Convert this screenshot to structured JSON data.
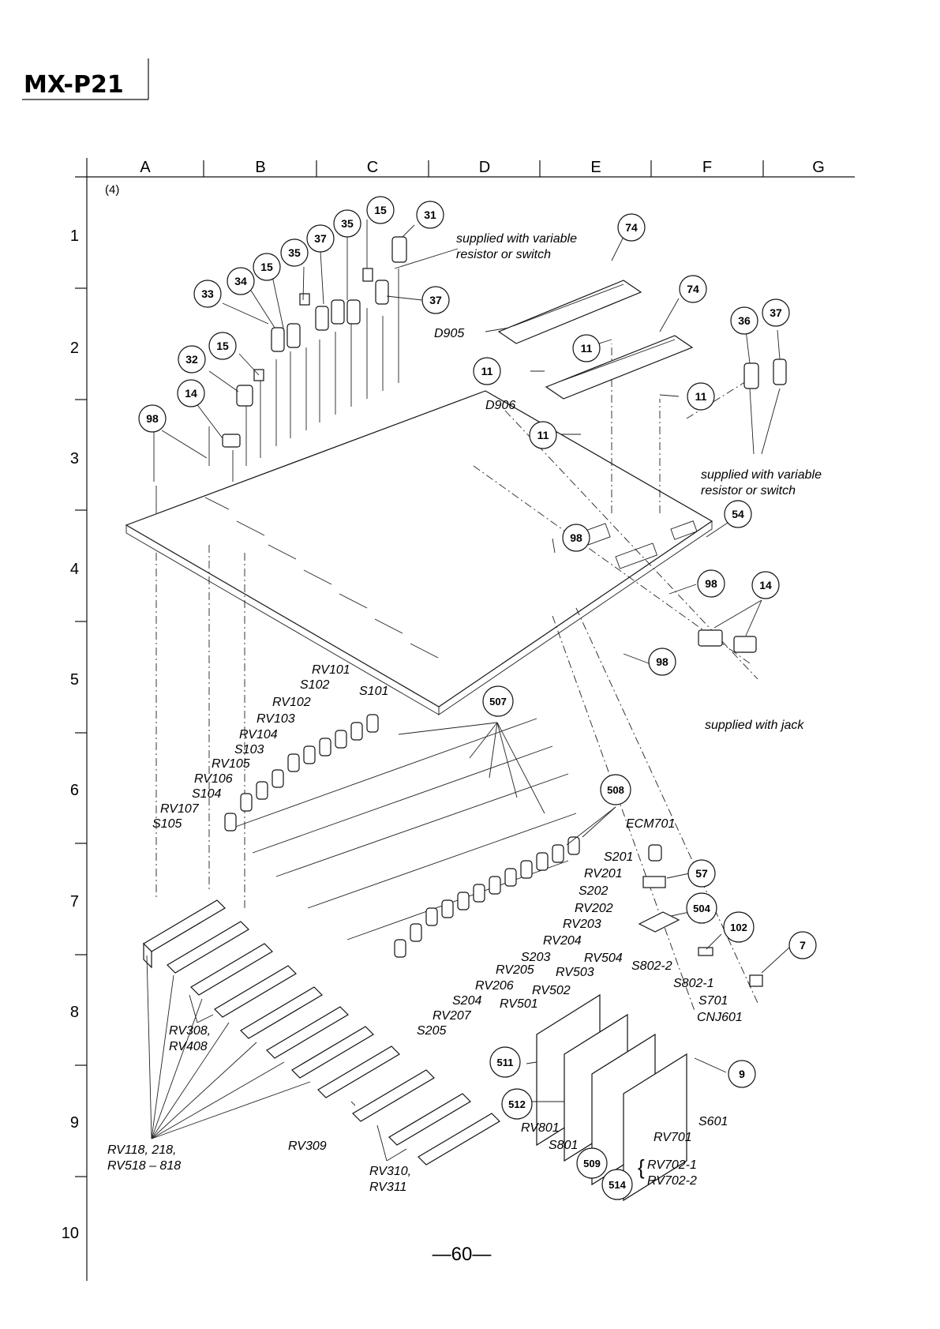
{
  "page": {
    "model": "MX-P21",
    "section": "(4)",
    "page_number": "—60—"
  },
  "grid": {
    "columns": [
      "A",
      "B",
      "C",
      "D",
      "E",
      "F",
      "G"
    ],
    "rows": [
      "1",
      "2",
      "3",
      "4",
      "5",
      "6",
      "7",
      "8",
      "9",
      "10"
    ]
  },
  "ref_numbers": [
    "31",
    "15",
    "35",
    "37",
    "35",
    "15",
    "34",
    "33",
    "15",
    "32",
    "14",
    "98",
    "37",
    "74",
    "11",
    "74",
    "11",
    "11",
    "11",
    "36",
    "37",
    "54",
    "98",
    "98",
    "14",
    "98",
    "507",
    "508",
    "57",
    "504",
    "102",
    "7",
    "9",
    "511",
    "512",
    "509",
    "514"
  ],
  "part_labels": [
    "D905",
    "D906",
    "RV101",
    "S102",
    "S101",
    "RV102",
    "RV103",
    "RV104",
    "S103",
    "RV105",
    "RV106",
    "S104",
    "RV107",
    "S105",
    "S201",
    "RV201",
    "S202",
    "RV202",
    "RV203",
    "RV204",
    "S203",
    "RV205",
    "RV206",
    "S204",
    "RV207",
    "S205",
    "RV504",
    "RV503",
    "RV502",
    "RV501",
    "S802-2",
    "S802-1",
    "S701",
    "CNJ601",
    "ECM701",
    "RV801",
    "S801",
    "RV701",
    "S601",
    "RV702-1",
    "RV702-2",
    "RV308,",
    "RV408",
    "RV118, 218,",
    "RV518 – 818",
    "RV309",
    "RV310,",
    "RV311"
  ],
  "notes": {
    "top": [
      "supplied with variable",
      "resistor or switch"
    ],
    "right": [
      "supplied with variable",
      "resistor or switch"
    ],
    "jack": "supplied with jack"
  }
}
